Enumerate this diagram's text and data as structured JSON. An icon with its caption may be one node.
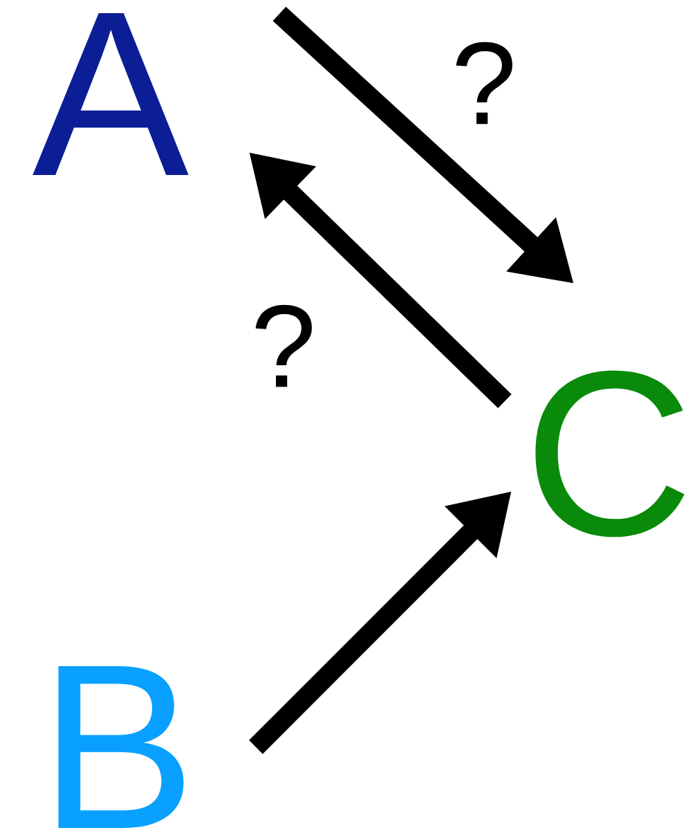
{
  "diagram": {
    "nodes": [
      {
        "text": [
          "A"
        ]
      },
      {
        "text": [
          "B"
        ]
      },
      {
        "text": [
          "C"
        ]
      }
    ],
    "edges": [
      {
        "from": 0,
        "to": 2,
        "arrow": "to",
        "label": "?"
      },
      {
        "from": 2,
        "to": 0,
        "arrow": "to",
        "label": "?"
      },
      {
        "from": 1,
        "to": 2,
        "arrow": "to"
      }
    ]
  }
}
